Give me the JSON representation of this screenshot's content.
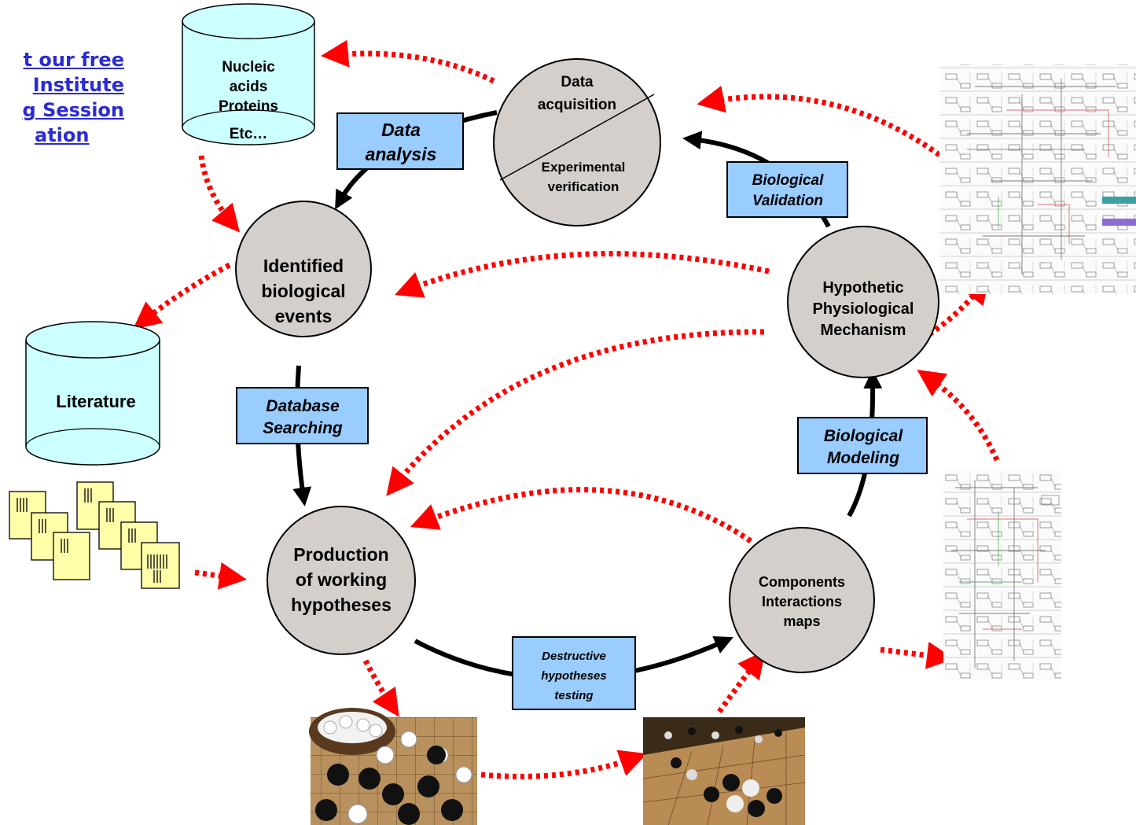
{
  "link": {
    "lines": [
      "t our free",
      " Institute",
      "g  Session",
      "ation"
    ]
  },
  "databases": {
    "sequence_db": [
      "Nucleic",
      "acids",
      "Proteins",
      "Etc…"
    ],
    "literature_db": "Literature"
  },
  "nodes": {
    "data_acquisition": {
      "top": [
        "Data",
        "acquisition"
      ],
      "bottom": [
        "Experimental",
        "verification"
      ]
    },
    "identified_events": [
      "Identified",
      "biological",
      "events"
    ],
    "working_hypotheses": [
      "Production",
      "of working",
      "hypotheses"
    ],
    "components_maps": [
      "Components",
      "Interactions",
      "maps"
    ],
    "physiological_mechanism": [
      "Hypothetic",
      "Physiological",
      "Mechanism"
    ]
  },
  "process_labels": {
    "data_analysis": [
      "Data",
      "analysis"
    ],
    "database_searching": [
      "Database",
      "Searching"
    ],
    "destructive_testing": [
      "Destructive",
      "hypotheses",
      "testing"
    ],
    "biological_modeling": [
      "Biological",
      "Modeling"
    ],
    "biological_validation": [
      "Biological",
      "Validation"
    ]
  },
  "colors": {
    "node_fill": "#d4cfcb",
    "label_fill": "#99ccff",
    "db_fill": "#ccffff",
    "arrow_dotted": "#ff0000",
    "arrow_solid": "#000000",
    "document_fill": "#ffffaa",
    "link": "#2b2bd6"
  },
  "icons": [
    "database-cylinder-icon",
    "document-stack-icon",
    "go-board-photo",
    "network-map-diagram"
  ]
}
